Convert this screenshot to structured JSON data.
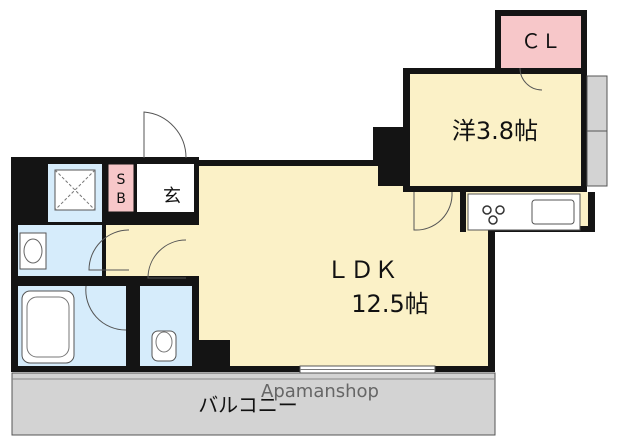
{
  "plan": {
    "colors": {
      "wall": "#141414",
      "living": "#fbf1c7",
      "water": "#d6ecfb",
      "closet": "#f7c7c9",
      "balcony": "#d3d3d3",
      "entrance": "#ffffff"
    },
    "rooms": {
      "cl": "ＣＬ",
      "western": "洋3.8帖",
      "ldk": "ＬＤＫ",
      "ldk_size": "12.5帖",
      "sb_s": "S",
      "sb_b": "B",
      "genkan": "玄",
      "balcony": "バルコニー"
    },
    "watermark": "Apamanshop"
  }
}
